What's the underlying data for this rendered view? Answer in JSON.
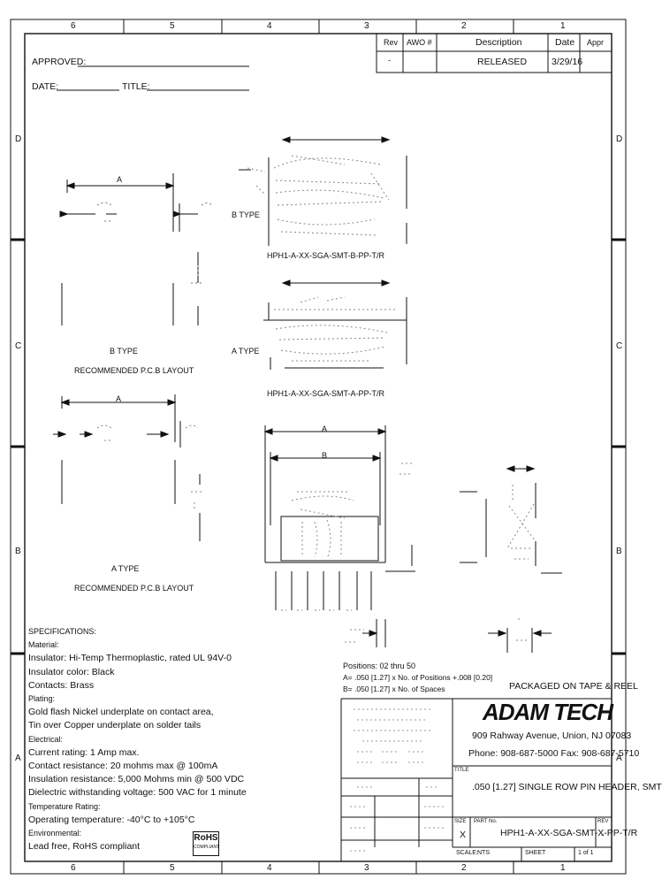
{
  "zones": {
    "columns": [
      "6",
      "5",
      "4",
      "3",
      "2",
      "1"
    ],
    "rows": [
      "D",
      "C",
      "B",
      "A"
    ]
  },
  "revision": {
    "headers": [
      "Rev",
      "AWO #",
      "Description",
      "Date",
      "Appr"
    ],
    "row": {
      "rev": "-",
      "awo": "",
      "description": "RELEASED",
      "date": "3/29/16",
      "appr": ""
    }
  },
  "approval": {
    "approved_label": "APPROVED:",
    "date_label": "DATE:",
    "title_label": "TITLE:"
  },
  "drawing": {
    "btype_label": "B TYPE",
    "atype_label": "A TYPE",
    "pn_b": "HPH1-A-XX-SGA-SMT-B-PP-T/R",
    "pn_a": "HPH1-A-XX-SGA-SMT-A-PP-T/R",
    "pcb_b_line1": "B TYPE",
    "pcb_b_line2": "RECOMMENDED P.C.B LAYOUT",
    "pcb_a_line1": "A TYPE",
    "pcb_a_line2": "RECOMMENDED P.C.B LAYOUT",
    "dim_a": "A",
    "dim_b": "B"
  },
  "positions": {
    "line1": "Positions: 02 thru 50",
    "line2": "A= .050 [1.27] x No. of Positions +.008 [0.20]",
    "line3": "B= .050 [1.27] x No. of Spaces"
  },
  "packaged": "PACKAGED ON TAPE & REEL",
  "specs": [
    "SPECIFICATIONS:",
    "Material:",
    "Insulator: Hi-Temp Thermoplastic, rated UL 94V-0",
    "Insulator color: Black",
    "Contacts: Brass",
    "Plating:",
    "Gold flash Nickel underplate on contact area,",
    "Tin over Copper underplate on solder tails",
    "Electrical:",
    "Current rating: 1 Amp max.",
    "Contact resistance: 20 mohms max @ 100mA",
    "Insulation resistance: 5,000 Mohms min @ 500 VDC",
    "Dielectric withstanding voltage: 500 VAC for 1 minute",
    "Temperature Rating:",
    "Operating temperature: -40°C to +105°C",
    "Environmental:",
    "Lead free, RoHS compliant"
  ],
  "rohs": {
    "line1": "RoHS",
    "line2": "COMPLIANT"
  },
  "title_block": {
    "company": "ADAM TECH",
    "address": "909 Rahway Avenue, Union, NJ 07083",
    "phone": "Phone: 908-687-5000 Fax: 908-687-5710",
    "title_label": "TITLE",
    "title": ".050 [1.27] SINGLE ROW PIN HEADER, SMT",
    "size_label": "SIZE",
    "size": "X",
    "part_label": "PART No.",
    "part": "HPH1-A-XX-SGA-SMT-X-PP-T/R",
    "rev_label": "REV",
    "rev": "-",
    "scale_label": "SCALE:",
    "scale": "NTS",
    "sheet_label": "SHEET",
    "sheet": "1 of 1"
  }
}
